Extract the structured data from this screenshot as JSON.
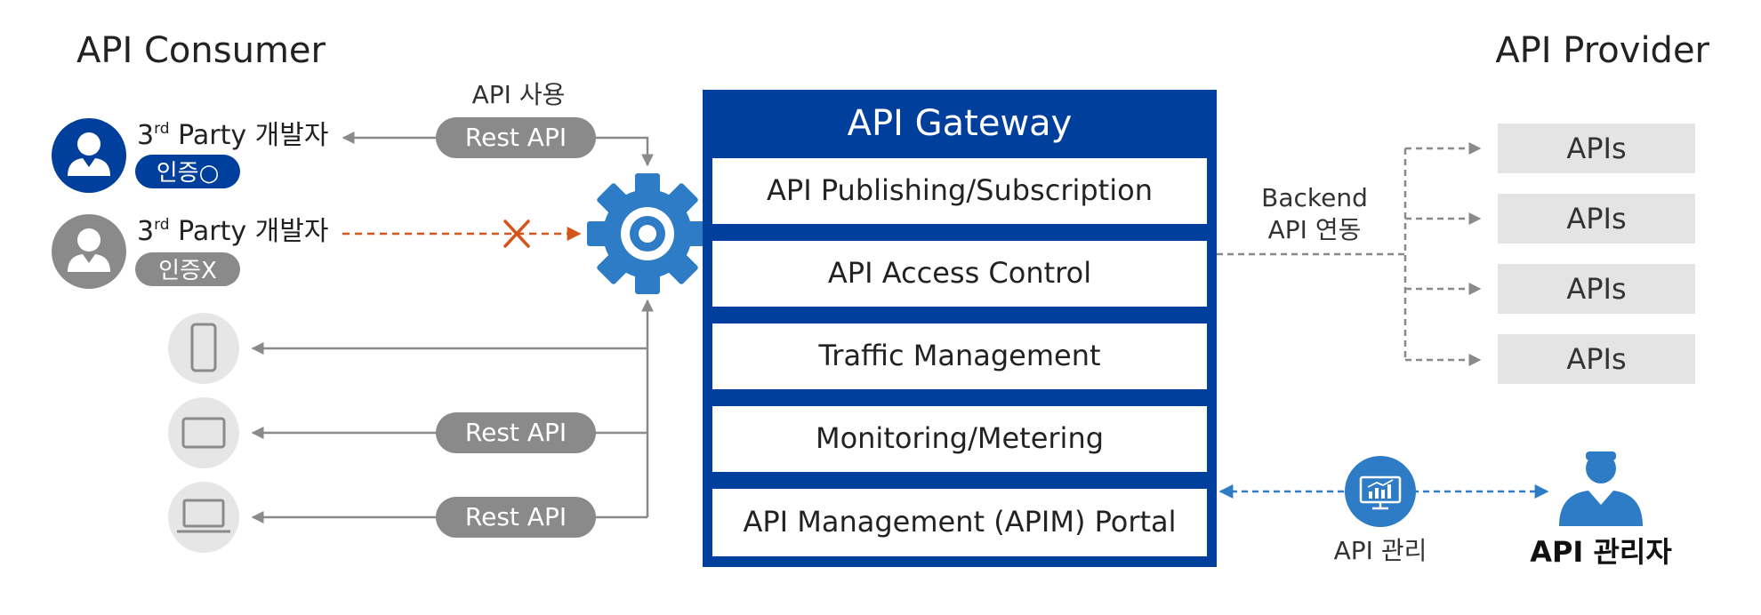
{
  "consumer": {
    "title": "API Consumer",
    "usage_label": "API 사용",
    "party_sup": "rd",
    "party_prefix": "3",
    "party_suffix": " Party 개발자",
    "auth_yes": "인증○",
    "auth_no": "인증X",
    "rest_label": "Rest API"
  },
  "gateway": {
    "title": "API Gateway",
    "modules": [
      "API Publishing/Subscription",
      "API Access Control",
      "Traffic Management",
      "Monitoring/Metering",
      "API Management (APIM) Portal"
    ]
  },
  "backend": {
    "line1": "Backend",
    "line2": "API 연동"
  },
  "provider": {
    "title": "API Provider",
    "apis": [
      "APIs",
      "APIs",
      "APIs",
      "APIs"
    ]
  },
  "admin": {
    "manage_label": "API 관리",
    "admin_label": "API 관리자"
  },
  "colors": {
    "navy": "#003f9c",
    "blue": "#2f7cc6",
    "gray": "#8a8a8a",
    "red": "#d4541c",
    "light_gray": "#e4e4e4"
  }
}
